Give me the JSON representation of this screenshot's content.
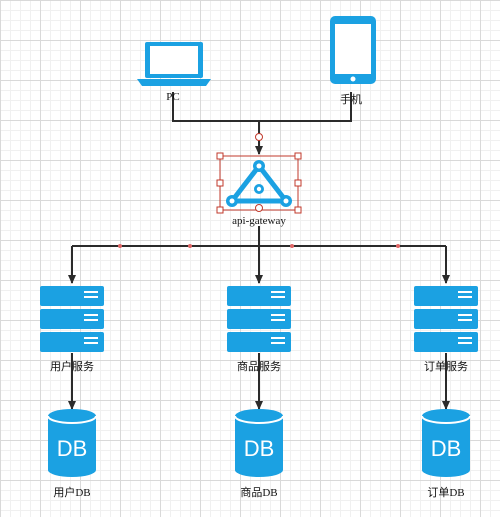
{
  "colors": {
    "accent": "#1BA1E2",
    "line": "#2b2b2b",
    "selection": "#c0392b",
    "db_text": "#ffffff"
  },
  "nodes": {
    "pc": {
      "label": "PC",
      "icon": "laptop-icon"
    },
    "phone": {
      "label": "手机",
      "icon": "smartphone-icon"
    },
    "gateway": {
      "label": "api-gateway",
      "icon": "api-gateway-icon",
      "selected": true
    },
    "services": [
      {
        "label": "用户服务",
        "icon": "server-icon"
      },
      {
        "label": "商品服务",
        "icon": "server-icon"
      },
      {
        "label": "订单服务",
        "icon": "server-icon"
      }
    ],
    "databases": [
      {
        "label": "用户DB",
        "icon_text": "DB"
      },
      {
        "label": "商品DB",
        "icon_text": "DB"
      },
      {
        "label": "订单DB",
        "icon_text": "DB"
      }
    ]
  }
}
